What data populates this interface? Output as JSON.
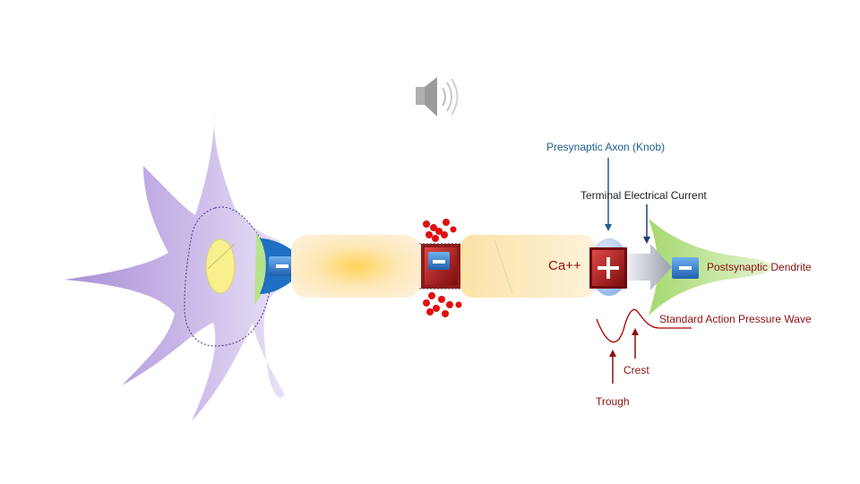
{
  "labels": {
    "presynaptic": "Presynaptic Axon (Knob)",
    "terminal_current": "Terminal Electrical Current",
    "calcium": "Ca++",
    "postsynaptic": "Postsynaptic Dendrite",
    "wave": "Standard Action Pressure Wave",
    "crest": "Crest",
    "trough": "Trough"
  },
  "icons": [
    "speaker-icon",
    "minus-sign-icon",
    "plus-sign-icon"
  ],
  "colors": {
    "neuron_body": "#c9b8e6",
    "axon": "#fbe6b0",
    "charge_box": "#b22222",
    "dendrite": "#b8e08a",
    "knob": "#1f6fc4",
    "arrow_label": "#1f5f8f",
    "wave": "#b00000"
  }
}
